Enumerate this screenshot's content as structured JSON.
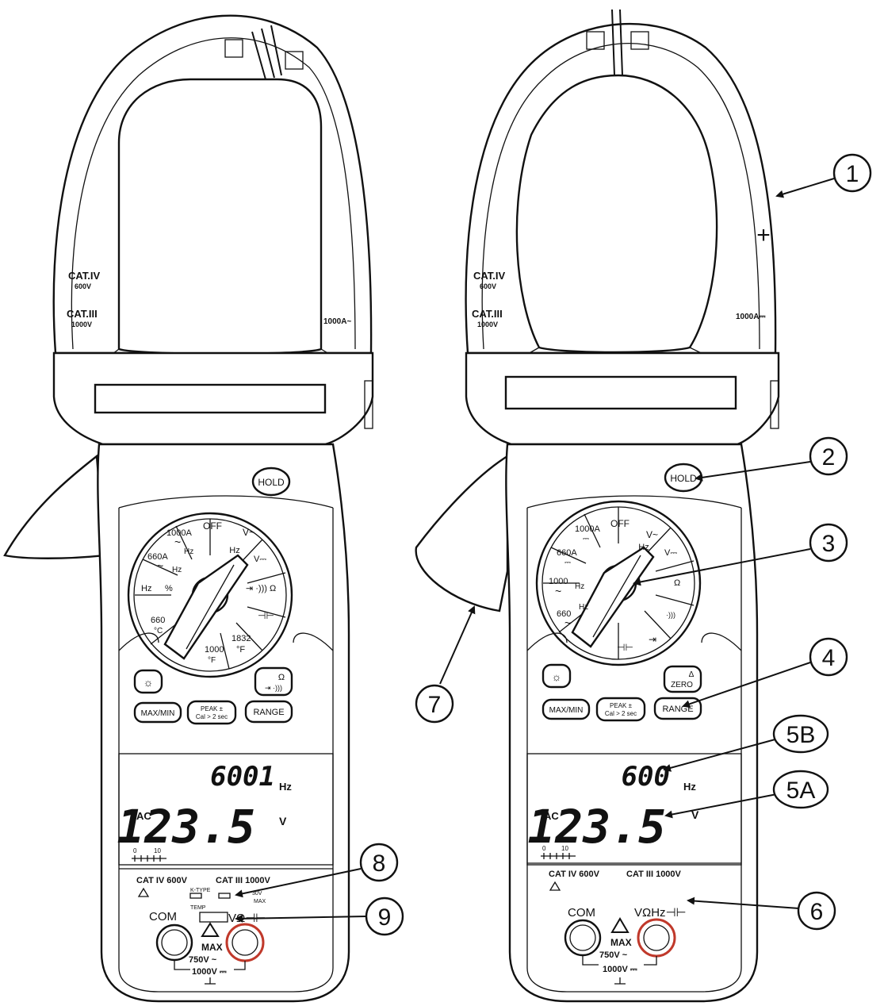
{
  "meters": [
    {
      "id": "left",
      "cat_jaw_1": "CAT.IV",
      "cat_jaw_1_v": "600V",
      "cat_jaw_2": "CAT.III",
      "cat_jaw_2_v": "1000V",
      "jaw_rating": "1000A~",
      "hold_label": "HOLD",
      "dial": [
        {
          "label": "OFF"
        },
        {
          "label": "V~"
        },
        {
          "label": "Hz"
        },
        {
          "label": "V⎓"
        },
        {
          "label": "⇥ ·))) Ω"
        },
        {
          "label": "⊣⊢"
        },
        {
          "label": "1832"
        },
        {
          "label": "°F"
        },
        {
          "label": "1000"
        },
        {
          "label": "°F"
        },
        {
          "label": "660"
        },
        {
          "label": "°C"
        },
        {
          "label": "Hz"
        },
        {
          "label": "%"
        },
        {
          "label": "660A"
        },
        {
          "label": "~"
        },
        {
          "label": "Hz"
        },
        {
          "label": "1000A"
        },
        {
          "label": "~"
        },
        {
          "label": "Hz"
        }
      ],
      "buttons": {
        "light": "☼",
        "top_right_1": "Ω",
        "top_right_2": "⇥ ·)))",
        "maxmin": "MAX/MIN",
        "peak_1": "PEAK ±",
        "peak_2": "Cal > 2 sec",
        "range": "RANGE"
      },
      "lcd": {
        "secondary": "6001",
        "secondary_unit": "Hz",
        "mode": "AC",
        "main": "123.5",
        "main_unit": "V",
        "bar_0": "0",
        "bar_10": "10"
      },
      "bottom": {
        "cat_left": "CAT IV 600V",
        "cat_right": "CAT III 1000V",
        "ktype": "K-TYPE",
        "v30": "30V",
        "max_small": "MAX",
        "temp": "TEMP",
        "com": "COM",
        "vohm": "VΩ⊣⊢",
        "max": "MAX",
        "v750": "750V ~",
        "v1000": "1000V ⎓"
      }
    },
    {
      "id": "right",
      "cat_jaw_1": "CAT.IV",
      "cat_jaw_1_v": "600V",
      "cat_jaw_2": "CAT.III",
      "cat_jaw_2_v": "1000V",
      "jaw_rating": "1000A⎓",
      "plus": "+",
      "hold_label": "HOLD",
      "dial": [
        {
          "label": "OFF"
        },
        {
          "label": "V~"
        },
        {
          "label": "Hz"
        },
        {
          "label": "V⎓"
        },
        {
          "label": "Ω"
        },
        {
          "label": "·)))"
        },
        {
          "label": "⇥"
        },
        {
          "label": "⊣⊢"
        },
        {
          "label": "660"
        },
        {
          "label": "Hz"
        },
        {
          "label": "~"
        },
        {
          "label": "1000"
        },
        {
          "label": "Hz"
        },
        {
          "label": "~"
        },
        {
          "label": "660A"
        },
        {
          "label": "⎓"
        },
        {
          "label": "1000A"
        },
        {
          "label": "⎓"
        }
      ],
      "buttons": {
        "light": "☼",
        "zero_1": "Δ",
        "zero_2": "ZERO",
        "maxmin": "MAX/MIN",
        "peak_1": "PEAK ±",
        "peak_2": "Cal > 2 sec",
        "range": "RANGE"
      },
      "lcd": {
        "secondary": "600",
        "secondary_unit": "Hz",
        "mode": "AC",
        "main": "123.5",
        "main_unit": "V",
        "bar_0": "0",
        "bar_10": "10"
      },
      "bottom": {
        "cat_left": "CAT IV 600V",
        "cat_right": "CAT III 1000V",
        "com": "COM",
        "vohm": "VΩHz⊣⊢",
        "max": "MAX",
        "v750": "750V ~",
        "v1000": "1000V ⎓"
      }
    }
  ],
  "callouts": [
    {
      "num": "1"
    },
    {
      "num": "2"
    },
    {
      "num": "3"
    },
    {
      "num": "4"
    },
    {
      "num": "5B"
    },
    {
      "num": "5A"
    },
    {
      "num": "6"
    },
    {
      "num": "7"
    },
    {
      "num": "8"
    },
    {
      "num": "9"
    }
  ]
}
